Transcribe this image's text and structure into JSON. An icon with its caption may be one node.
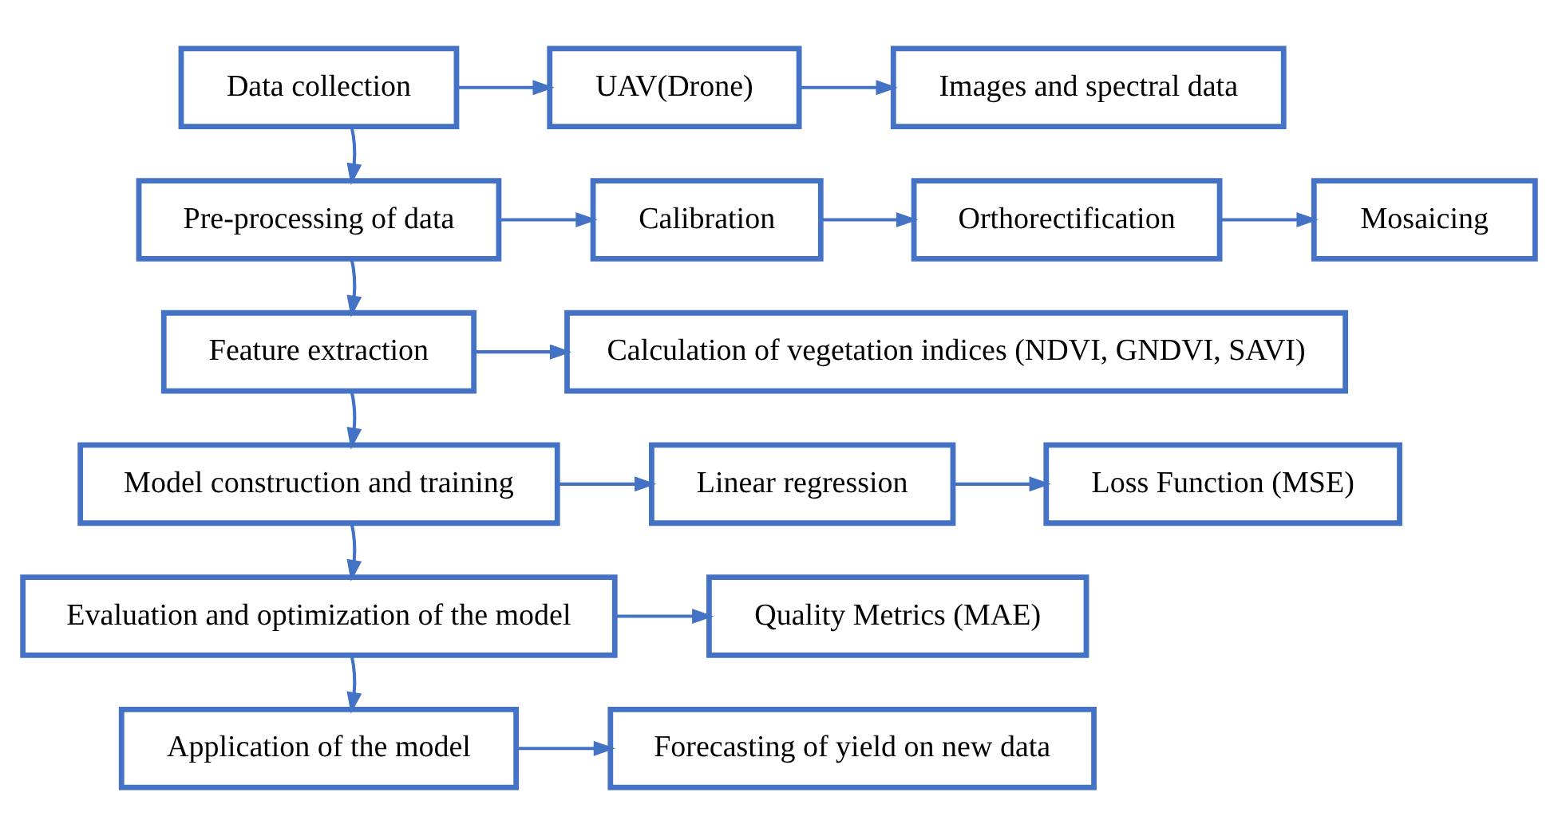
{
  "diagram": {
    "nodes": [
      {
        "text": [
          "Data collection"
        ]
      },
      {
        "text": [
          "UAV(Drone)"
        ]
      },
      {
        "text": [
          "Images and spectral data"
        ]
      },
      {
        "text": [
          "Pre-processing of data"
        ]
      },
      {
        "text": [
          "Calibration"
        ]
      },
      {
        "text": [
          "Orthorectification"
        ]
      },
      {
        "text": [
          "Mosaicing"
        ]
      },
      {
        "text": [
          "Feature extraction"
        ]
      },
      {
        "text": [
          "Calculation of vegetation indices (NDVI, GNDVI, SAVI)"
        ]
      },
      {
        "text": [
          "Model construction and training"
        ]
      },
      {
        "text": [
          "Linear regression"
        ]
      },
      {
        "text": [
          "Loss Function (MSE)"
        ]
      },
      {
        "text": [
          "Evaluation and optimization of the model"
        ]
      },
      {
        "text": [
          "Quality Metrics (MAE)"
        ]
      },
      {
        "text": [
          "Application of the model"
        ]
      },
      {
        "text": [
          "Forecasting of yield on new data"
        ]
      }
    ],
    "edges": [
      {
        "from": 0,
        "to": 1,
        "arrow": "to"
      },
      {
        "from": 1,
        "to": 2,
        "arrow": "to"
      },
      {
        "from": 0,
        "to": 3,
        "arrow": "to"
      },
      {
        "from": 3,
        "to": 4,
        "arrow": "to"
      },
      {
        "from": 4,
        "to": 5,
        "arrow": "to"
      },
      {
        "from": 5,
        "to": 6,
        "arrow": "to"
      },
      {
        "from": 3,
        "to": 7,
        "arrow": "to"
      },
      {
        "from": 7,
        "to": 8,
        "arrow": "to"
      },
      {
        "from": 7,
        "to": 9,
        "arrow": "to"
      },
      {
        "from": 9,
        "to": 10,
        "arrow": "to"
      },
      {
        "from": 10,
        "to": 11,
        "arrow": "to"
      },
      {
        "from": 9,
        "to": 12,
        "arrow": "to"
      },
      {
        "from": 12,
        "to": 13,
        "arrow": "to"
      },
      {
        "from": 12,
        "to": 14,
        "arrow": "to"
      },
      {
        "from": 14,
        "to": 15,
        "arrow": "to"
      }
    ]
  }
}
